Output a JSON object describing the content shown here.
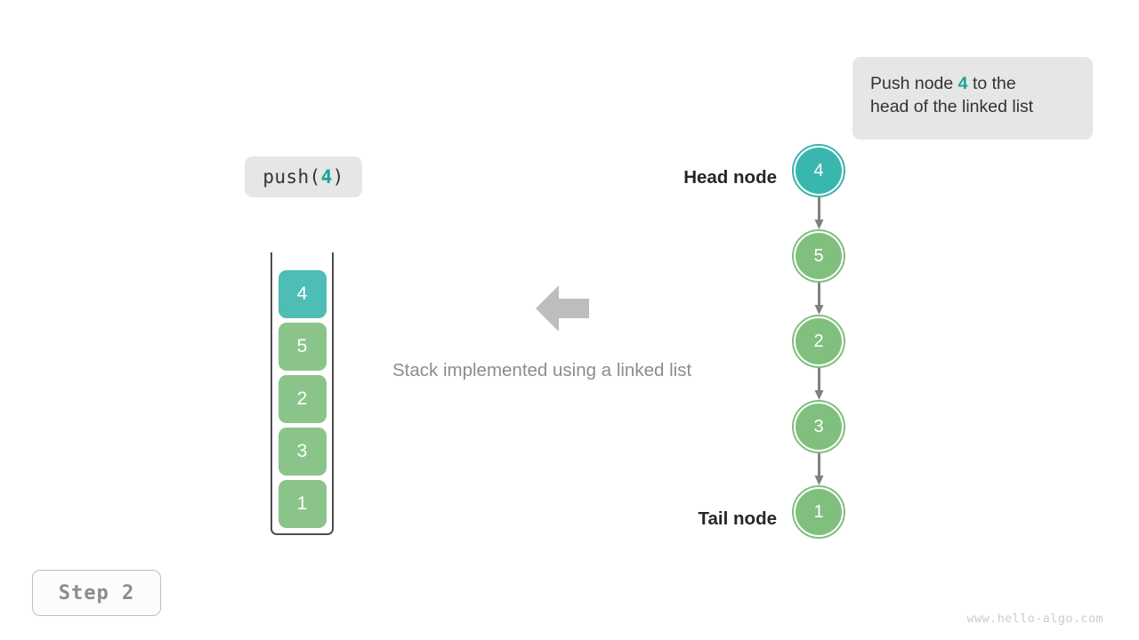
{
  "callout": {
    "name": "push-callout",
    "line1_prefix": "Push node ",
    "line1_value": "4",
    "line1_suffix": " to the",
    "line2": "head of the linked list"
  },
  "operation_chip": {
    "prefix": "push(",
    "value": "4",
    "suffix": ")"
  },
  "stack": {
    "cells": [
      {
        "value": "4",
        "color": "#4dbdb5",
        "highlight": true
      },
      {
        "value": "5",
        "color": "#8bc48a",
        "highlight": false
      },
      {
        "value": "2",
        "color": "#8bc48a",
        "highlight": false
      },
      {
        "value": "3",
        "color": "#8bc48a",
        "highlight": false
      },
      {
        "value": "1",
        "color": "#8bc48a",
        "highlight": false
      }
    ]
  },
  "center": {
    "arrow_icon": "left-arrow-icon",
    "caption": "Stack implemented using a linked list"
  },
  "linked_list": {
    "nodes": [
      {
        "value": "4",
        "color": "#39b7ae",
        "label": "Head node"
      },
      {
        "value": "5",
        "color": "#80bf7e",
        "label": ""
      },
      {
        "value": "2",
        "color": "#80bf7e",
        "label": ""
      },
      {
        "value": "3",
        "color": "#80bf7e",
        "label": ""
      },
      {
        "value": "1",
        "color": "#80bf7e",
        "label": "Tail node"
      }
    ],
    "head_label": "Head node",
    "tail_label": "Tail node",
    "arrow_color": "#808080"
  },
  "step_badge": {
    "label": "Step 2"
  },
  "watermark": {
    "text": "www.hello-algo.com"
  },
  "colors": {
    "accent_teal": "#19a392",
    "node_green": "#80bf7e",
    "node_teal": "#39b7ae",
    "cell_green": "#8bc48a",
    "cell_teal": "#4dbdb5",
    "chip_bg": "#e6e6e6",
    "caption_gray": "#8c8c8c",
    "arrow_gray": "#b3b3b3"
  }
}
